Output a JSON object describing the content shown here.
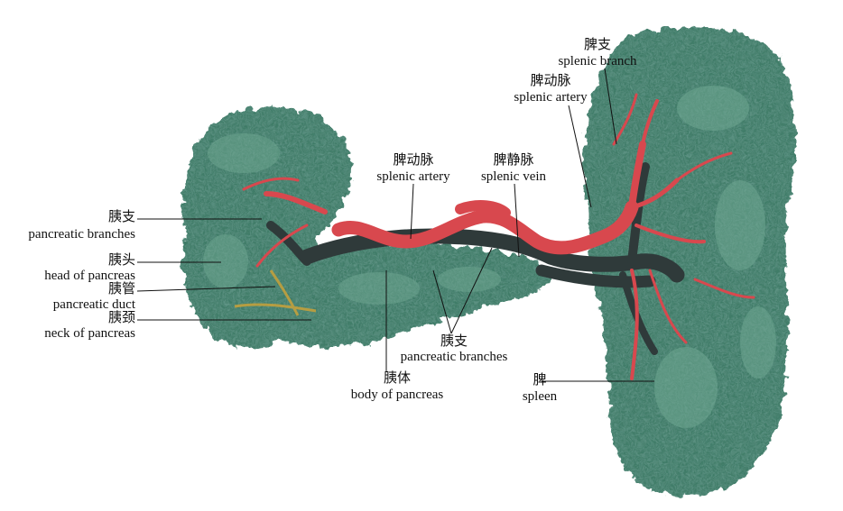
{
  "figure": {
    "labels": [
      {
        "zh": "胰支",
        "en": "pancreatic branches"
      },
      {
        "zh": "胰头",
        "en": "head of pancreas"
      },
      {
        "zh": "胰管",
        "en": "pancreatic duct"
      },
      {
        "zh": "胰颈",
        "en": "neck of pancreas"
      },
      {
        "zh": "脾动脉",
        "en": "splenic artery"
      },
      {
        "zh": "脾静脉",
        "en": "splenic vein"
      },
      {
        "zh": "胰支",
        "en": "pancreatic branches"
      },
      {
        "zh": "胰体",
        "en": "body of pancreas"
      },
      {
        "zh": "脾支",
        "en": "splenic branch"
      },
      {
        "zh": "脾动脉",
        "en": "splenic artery"
      },
      {
        "zh": "脾",
        "en": "spleen"
      }
    ]
  },
  "colors": {
    "tissue": "#3f7b68",
    "tissue_light": "#6fa792",
    "tissue_dark": "#27584a",
    "artery": "#d8484e",
    "vein": "#2f3a3a",
    "duct": "#c9a23a"
  }
}
